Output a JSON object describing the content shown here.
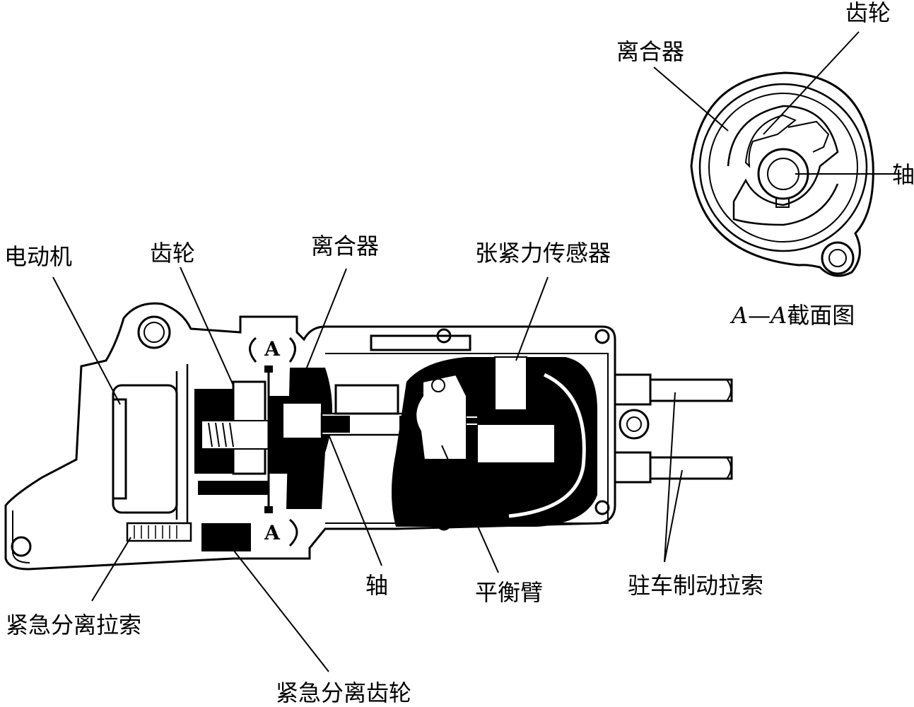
{
  "labels": {
    "motor": "电动机",
    "gear": "齿轮",
    "clutch": "离合器",
    "tension_sensor": "张紧力传感器",
    "shaft": "轴",
    "balance_arm": "平衡臂",
    "parking_cable": "驻车制动拉索",
    "emergency_cable": "紧急分离拉索",
    "emergency_gear": "紧急分离齿轮"
  },
  "section_view": {
    "gear": "齿轮",
    "clutch": "离合器",
    "shaft": "轴",
    "caption_a1": "A",
    "caption_dash": "—",
    "caption_a2": "A",
    "caption_rest": "截面图"
  },
  "section_marks": {
    "top": "A",
    "bottom": "A"
  }
}
